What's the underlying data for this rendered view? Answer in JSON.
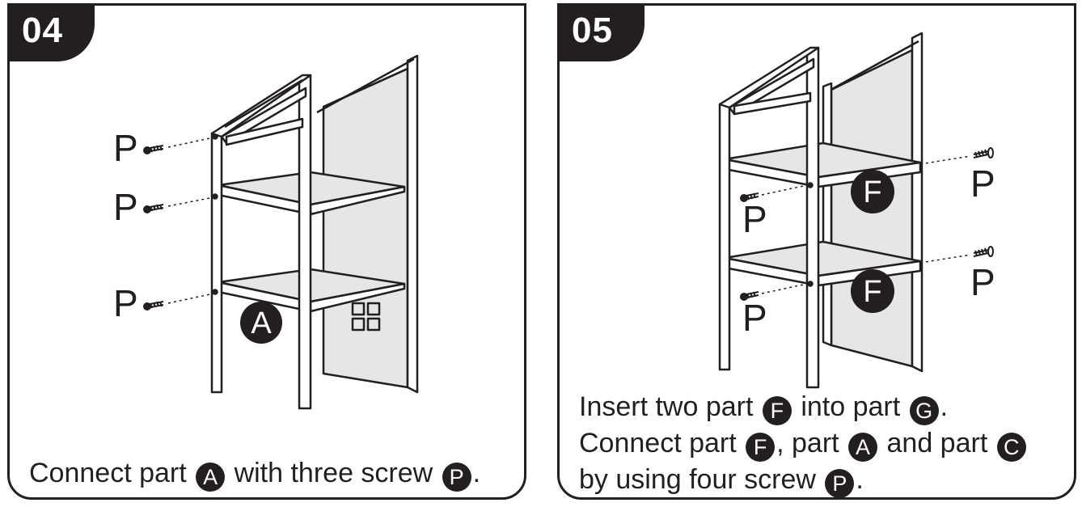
{
  "step_04": {
    "number": "04",
    "part_label": "A",
    "screw_label": "P",
    "caption": {
      "t1": "Connect part ",
      "b1": "A",
      "t2": " with three screw ",
      "b2": "P",
      "t3": "."
    }
  },
  "step_05": {
    "number": "05",
    "part_label": "F",
    "screw_label": "P",
    "caption": {
      "line1": {
        "t1": "Insert two part ",
        "b1": "F",
        "t2": " into part ",
        "b2": "G",
        "t3": "."
      },
      "line2": {
        "t1": "Connect part ",
        "b1": "F",
        "t2": ", part ",
        "b2": "A",
        "t3": " and part ",
        "b3": "C"
      },
      "line3": {
        "t1": "by using four screw ",
        "b1": "P",
        "t2": "."
      }
    }
  },
  "colors": {
    "ink": "#231f20",
    "panel_fill": "#e6e6e6",
    "background": "#ffffff"
  }
}
